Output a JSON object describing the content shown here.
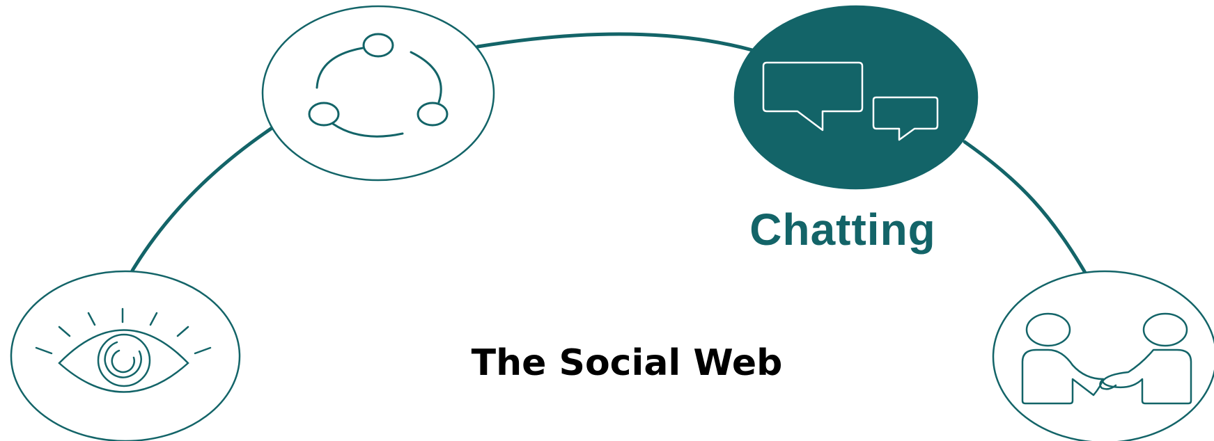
{
  "diagram": {
    "title": "The Social Web",
    "colors": {
      "accent": "#136468",
      "background": "#ffffff",
      "title_text": "#000000"
    },
    "nodes": [
      {
        "id": "watching",
        "icon": "eye-icon",
        "highlighted": false,
        "label": ""
      },
      {
        "id": "sharing",
        "icon": "share-network-icon",
        "highlighted": false,
        "label": ""
      },
      {
        "id": "chatting",
        "icon": "chat-bubbles-icon",
        "highlighted": true,
        "label": "Chatting"
      },
      {
        "id": "connecting",
        "icon": "handshake-people-icon",
        "highlighted": false,
        "label": ""
      }
    ]
  }
}
